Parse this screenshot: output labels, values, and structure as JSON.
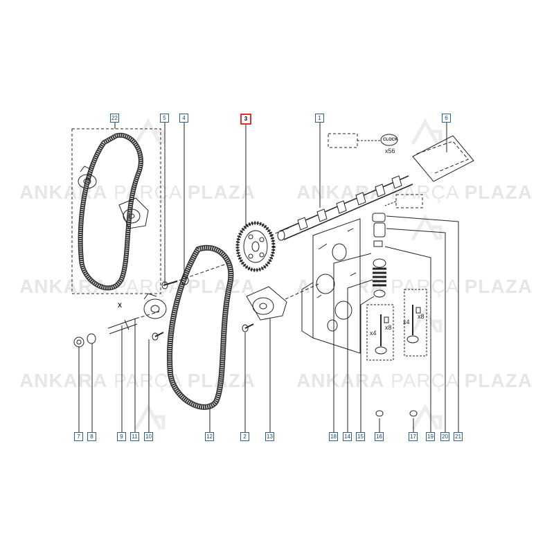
{
  "watermark": {
    "word1": "ANKARA",
    "word2": "PARÇA",
    "word3": "PLAZA"
  },
  "callouts": [
    {
      "id": "c22",
      "label": "22"
    },
    {
      "id": "c5",
      "label": "5"
    },
    {
      "id": "c4",
      "label": "4"
    },
    {
      "id": "c3",
      "label": "3",
      "highlighted": true
    },
    {
      "id": "c1",
      "label": "1"
    },
    {
      "id": "c6",
      "label": "6"
    },
    {
      "id": "c7",
      "label": "7"
    },
    {
      "id": "c8",
      "label": "8"
    },
    {
      "id": "c9",
      "label": "9"
    },
    {
      "id": "c11",
      "label": "11"
    },
    {
      "id": "c10",
      "label": "10"
    },
    {
      "id": "c12",
      "label": "12"
    },
    {
      "id": "c2",
      "label": "2"
    },
    {
      "id": "c13",
      "label": "13"
    },
    {
      "id": "c18",
      "label": "18"
    },
    {
      "id": "c14",
      "label": "14"
    },
    {
      "id": "c15",
      "label": "15"
    },
    {
      "id": "c16",
      "label": "16"
    },
    {
      "id": "c17",
      "label": "17"
    },
    {
      "id": "c19",
      "label": "19"
    },
    {
      "id": "c20",
      "label": "20"
    },
    {
      "id": "c21",
      "label": "21"
    }
  ],
  "quantities": {
    "x56": "x56",
    "x4_left": "x4",
    "x8_left": "x8",
    "x4_right": "x4",
    "x8_right": "x8"
  },
  "axis_mark": "X",
  "clock_logo": "CLOCK",
  "highlight_color": "#e23030",
  "callout_color": "#2a5f8a"
}
